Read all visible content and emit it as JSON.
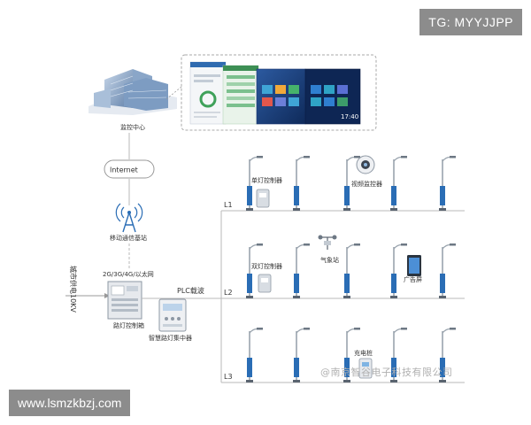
{
  "watermarks": {
    "tg": "TG: MYYJJPP",
    "site": "www.lsmzkbzj.com",
    "company": "@南京智谷电子科技有限公司"
  },
  "nodes": {
    "monitor_center": "监控中心",
    "internet": "Internet",
    "base_station": "移动通信基站",
    "network_types": "2G/3G/4G/以太网",
    "city_power": "城市供电10KV",
    "cabinet": "路灯控制箱",
    "concentrator": "智慧路灯集中器",
    "plc": "PLC载波"
  },
  "devices": {
    "single_lamp": "单灯控制器",
    "double_lamp": "双灯控制器",
    "video": "视频监控器",
    "weather": "气象站",
    "ad_screen": "广告屏",
    "charger": "充电桩"
  },
  "lines": {
    "l1": "L1",
    "l2": "L2",
    "l3": "L3"
  },
  "dashboard": {
    "clock": "17:40"
  },
  "colors": {
    "line": "#b8b8b8",
    "pole": "#2a6db5",
    "building": "#6f8fb5",
    "screen_dark": "#1e3f7a"
  }
}
